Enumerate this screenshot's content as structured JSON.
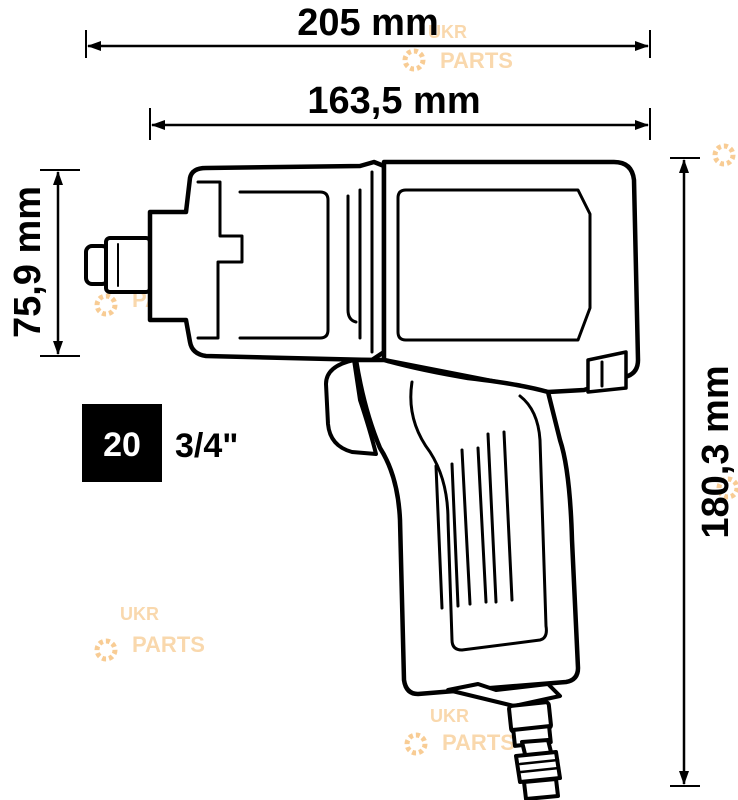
{
  "dimensions": {
    "overall_length": "205 mm",
    "body_length": "163,5 mm",
    "head_height": "75,9 mm",
    "overall_height": "180,3 mm"
  },
  "drive": {
    "badge_number": "20",
    "size_label": "3/4\""
  },
  "watermark": {
    "line1": "UKR",
    "line2": "PARTS",
    "color": "#f5b96a"
  },
  "colors": {
    "line": "#000000",
    "badge_bg": "#000000",
    "badge_text": "#ffffff"
  }
}
